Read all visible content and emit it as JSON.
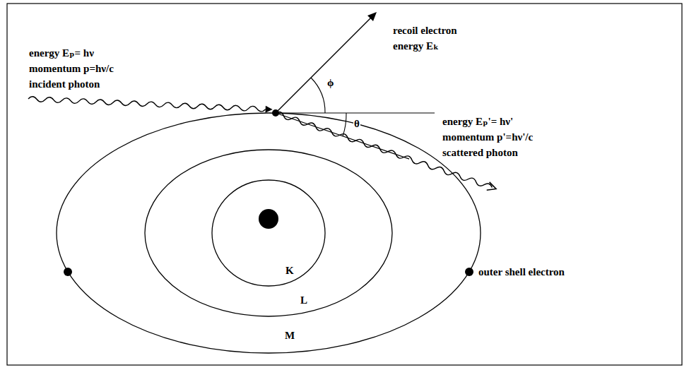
{
  "diagram": {
    "labels": [
      "energy Eₚ= hν",
      "momentum p=hν/c",
      "incident photon",
      "recoil electron",
      "energy Eₖ",
      "ϕ",
      "θ",
      "energy Eₚ'= hν'",
      "momentum p'=hν'/c",
      "scattered photon",
      "K",
      "L",
      "M",
      "outer shell electron"
    ]
  }
}
